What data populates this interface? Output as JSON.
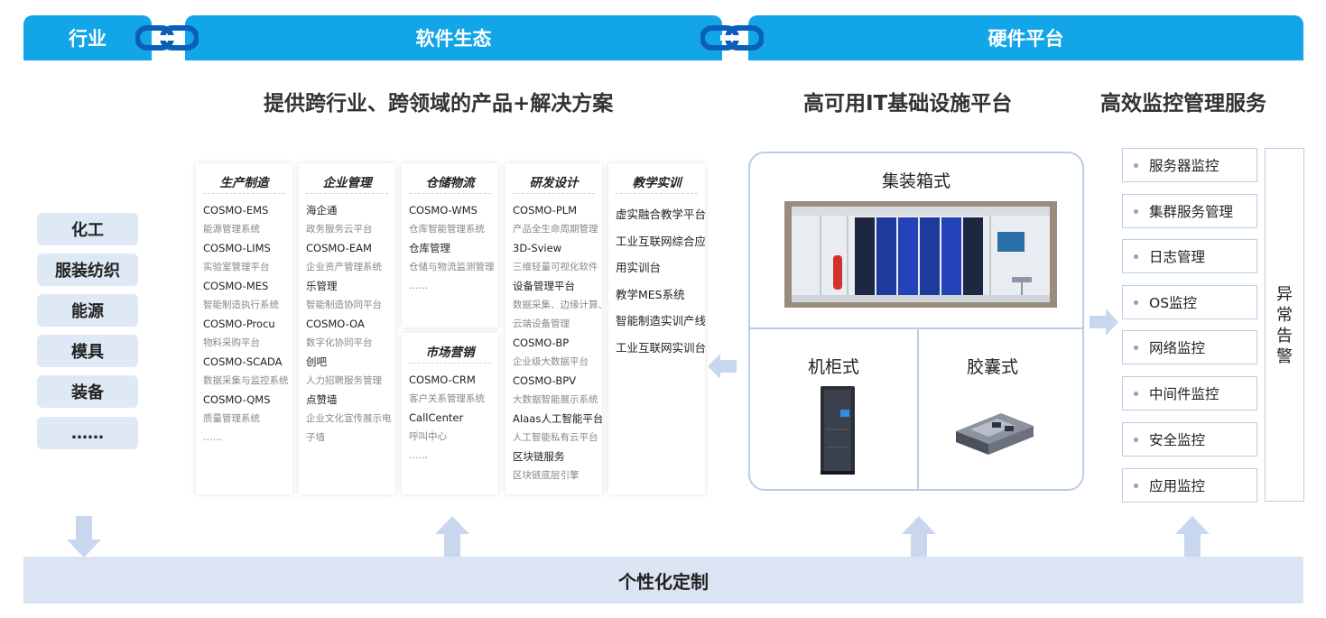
{
  "headers": {
    "industry": "行业",
    "software": "软件生态",
    "hardware": "硬件平台"
  },
  "subtitles": {
    "software": "提供跨行业、跨领域的产品+解决方案",
    "hardware": "高可用IT基础设施平台",
    "monitor": "高效监控管理服务"
  },
  "industries": [
    "化工",
    "服装纺织",
    "能源",
    "模具",
    "装备",
    "……"
  ],
  "software_columns": [
    {
      "title": "生产制造",
      "items": [
        {
          "text": "COSMO-EMS",
          "kind": "t"
        },
        {
          "text": "能源管理系统",
          "kind": "s"
        },
        {
          "text": "COSMO-LIMS",
          "kind": "t"
        },
        {
          "text": "实验室管理平台",
          "kind": "s"
        },
        {
          "text": "COSMO-MES",
          "kind": "t"
        },
        {
          "text": "智能制造执行系统",
          "kind": "s"
        },
        {
          "text": "COSMO-Procu",
          "kind": "t"
        },
        {
          "text": "物料采购平台",
          "kind": "s"
        },
        {
          "text": "COSMO-SCADA",
          "kind": "t"
        },
        {
          "text": "数据采集与监控系统",
          "kind": "s"
        },
        {
          "text": "COSMO-QMS",
          "kind": "t"
        },
        {
          "text": "质量管理系统",
          "kind": "s"
        },
        {
          "text": "……",
          "kind": "s"
        }
      ]
    },
    {
      "title": "企业管理",
      "items": [
        {
          "text": "海企通",
          "kind": "t"
        },
        {
          "text": "政务服务云平台",
          "kind": "s"
        },
        {
          "text": "COSMO-EAM",
          "kind": "t"
        },
        {
          "text": "企业资产管理系统",
          "kind": "s"
        },
        {
          "text": "乐管理",
          "kind": "t"
        },
        {
          "text": "智能制造协同平台",
          "kind": "s"
        },
        {
          "text": "COSMO-OA",
          "kind": "t"
        },
        {
          "text": "数字化协同平台",
          "kind": "s"
        },
        {
          "text": "创吧",
          "kind": "t"
        },
        {
          "text": "人力招聘服务管理",
          "kind": "s"
        },
        {
          "text": "点赞墙",
          "kind": "t"
        },
        {
          "text": "企业文化宣传展示电",
          "kind": "s"
        },
        {
          "text": "子墙",
          "kind": "s"
        }
      ]
    },
    {
      "title": "仓储物流",
      "items": [
        {
          "text": "COSMO-WMS",
          "kind": "t"
        },
        {
          "text": "仓库智能管理系统",
          "kind": "s"
        },
        {
          "text": "仓库管理",
          "kind": "t"
        },
        {
          "text": "仓储与物流监测管理",
          "kind": "s"
        },
        {
          "text": "……",
          "kind": "s"
        }
      ]
    },
    {
      "title": "市场营销",
      "items": [
        {
          "text": "COSMO-CRM",
          "kind": "t"
        },
        {
          "text": "客户关系管理系统",
          "kind": "s"
        },
        {
          "text": "CallCenter",
          "kind": "t"
        },
        {
          "text": "呼叫中心",
          "kind": "s"
        },
        {
          "text": "……",
          "kind": "s"
        }
      ]
    },
    {
      "title": "研发设计",
      "items": [
        {
          "text": "COSMO-PLM",
          "kind": "t"
        },
        {
          "text": "产品全生命周期管理",
          "kind": "s"
        },
        {
          "text": "3D-Sview",
          "kind": "t"
        },
        {
          "text": "三维轻量可视化软件",
          "kind": "s"
        },
        {
          "text": "设备管理平台",
          "kind": "t"
        },
        {
          "text": "数据采集、边缘计算、",
          "kind": "s"
        },
        {
          "text": "云端设备管理",
          "kind": "s"
        },
        {
          "text": "COSMO-BP",
          "kind": "t"
        },
        {
          "text": "企业级大数据平台",
          "kind": "s"
        },
        {
          "text": "COSMO-BPV",
          "kind": "t"
        },
        {
          "text": "大数据智能展示系统",
          "kind": "s"
        },
        {
          "text": "AIaas人工智能平台",
          "kind": "t"
        },
        {
          "text": "人工智能私有云平台",
          "kind": "s"
        },
        {
          "text": "区块链服务",
          "kind": "t"
        },
        {
          "text": "区块链底层引擎",
          "kind": "s"
        }
      ]
    },
    {
      "title": "教学实训",
      "items": [
        {
          "text": "虚实融合教学平台",
          "kind": "big"
        },
        {
          "text": "工业互联网综合应",
          "kind": "big"
        },
        {
          "text": "用实训台",
          "kind": "big"
        },
        {
          "text": "教学MES系统",
          "kind": "big"
        },
        {
          "text": "智能制造实训产线",
          "kind": "big"
        },
        {
          "text": "工业互联网实训台",
          "kind": "big"
        }
      ]
    }
  ],
  "hardware": {
    "container": "集装箱式",
    "cabinet": "机柜式",
    "capsule": "胶囊式"
  },
  "monitor_items": [
    "服务器监控",
    "集群服务管理",
    "日志管理",
    "OS监控",
    "网络监控",
    "中间件监控",
    "安全监控",
    "应用监控"
  ],
  "alarm": "异常告警",
  "bottom": "个性化定制",
  "colors": {
    "header_blue": "#12a6e8",
    "light_blue_bg": "#dfe8f5",
    "border_blue": "#b9cde6",
    "arrow_blue": "#c9d7ee"
  }
}
